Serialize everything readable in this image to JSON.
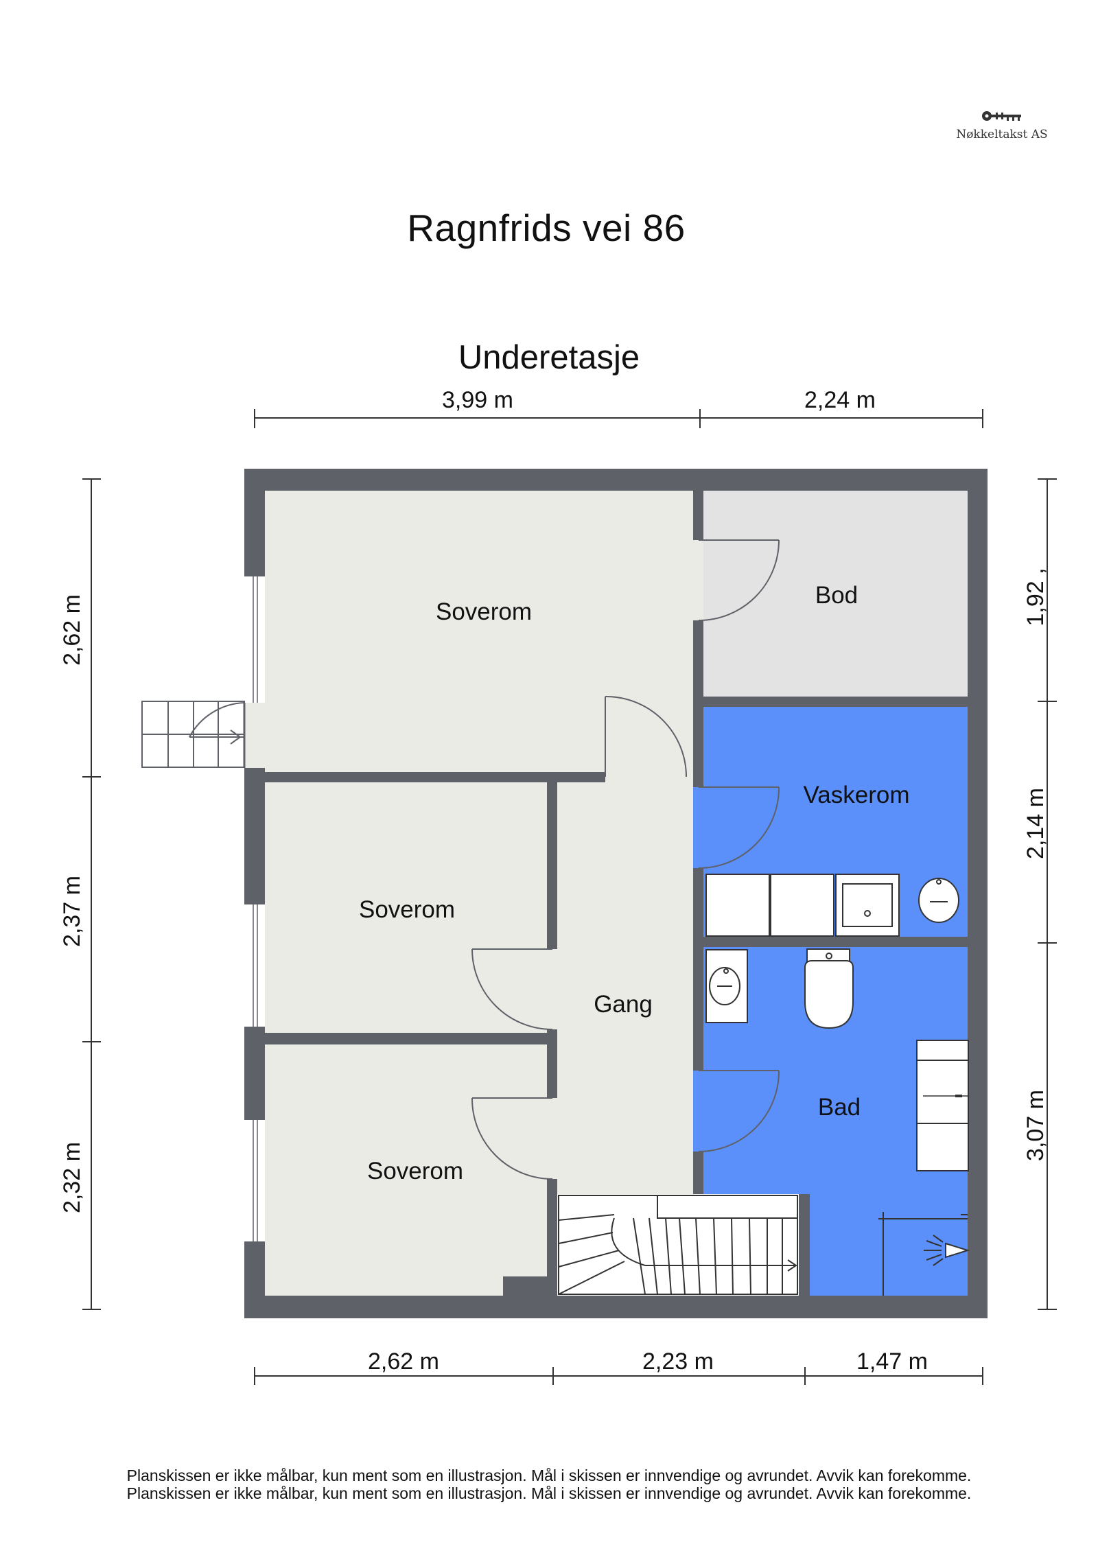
{
  "brand": {
    "name": "Nøkkeltakst AS",
    "logo_icon": "key-icon"
  },
  "title": "Ragnfrids vei 86",
  "floor": "Underetasje",
  "rooms": [
    {
      "name": "Soverom",
      "type": "bedroom"
    },
    {
      "name": "Soverom",
      "type": "bedroom"
    },
    {
      "name": "Soverom",
      "type": "bedroom"
    },
    {
      "name": "Gang",
      "type": "hallway"
    },
    {
      "name": "Bod",
      "type": "storage"
    },
    {
      "name": "Vaskerom",
      "type": "laundry"
    },
    {
      "name": "Bad",
      "type": "bathroom"
    }
  ],
  "dimensions": {
    "top": [
      "3,99 m",
      "2,24 m"
    ],
    "bottom": [
      "2,62 m",
      "2,23 m",
      "1,47 m"
    ],
    "left": [
      "2,62 m",
      "2,37 m",
      "2,32 m"
    ],
    "right": [
      "1,92 ,",
      "2,14 m",
      "3,07 m"
    ]
  },
  "colors": {
    "wall": "#5f6168",
    "dry_floor": "#ebebe6",
    "storage_floor": "#e3e3e3",
    "wet_room": "#5b8ff9"
  },
  "disclaimer": [
    "Planskissen er ikke målbar, kun ment som en illustrasjon. Mål i skissen er innvendige og avrundet. Avvik kan forekomme.",
    "Planskissen er ikke målbar, kun ment som en illustrasjon. Mål i skissen er innvendige og avrundet. Avvik kan forekomme."
  ]
}
